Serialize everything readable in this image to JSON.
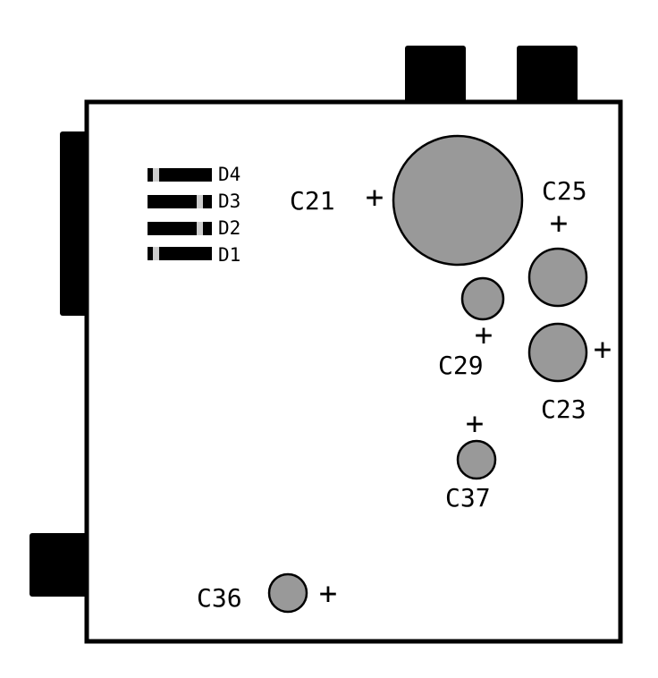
{
  "colors": {
    "board_fill": "#ffffff",
    "outline": "#000000",
    "capacitor_fill": "#999999",
    "connector_fill": "#000000",
    "diode_band_light": "#cccccc"
  },
  "diodes": [
    {
      "label": "D4"
    },
    {
      "label": "D3"
    },
    {
      "label": "D2"
    },
    {
      "label": "D1"
    }
  ],
  "capacitors": {
    "c21": {
      "label": "C21",
      "polarity": "+"
    },
    "c25": {
      "label": "C25",
      "polarity": "+"
    },
    "c29": {
      "label": "C29",
      "polarity": "+"
    },
    "c23": {
      "label": "C23",
      "polarity": "+"
    },
    "c37": {
      "label": "C37",
      "polarity": "+"
    },
    "c36": {
      "label": "C36",
      "polarity": "+"
    }
  }
}
